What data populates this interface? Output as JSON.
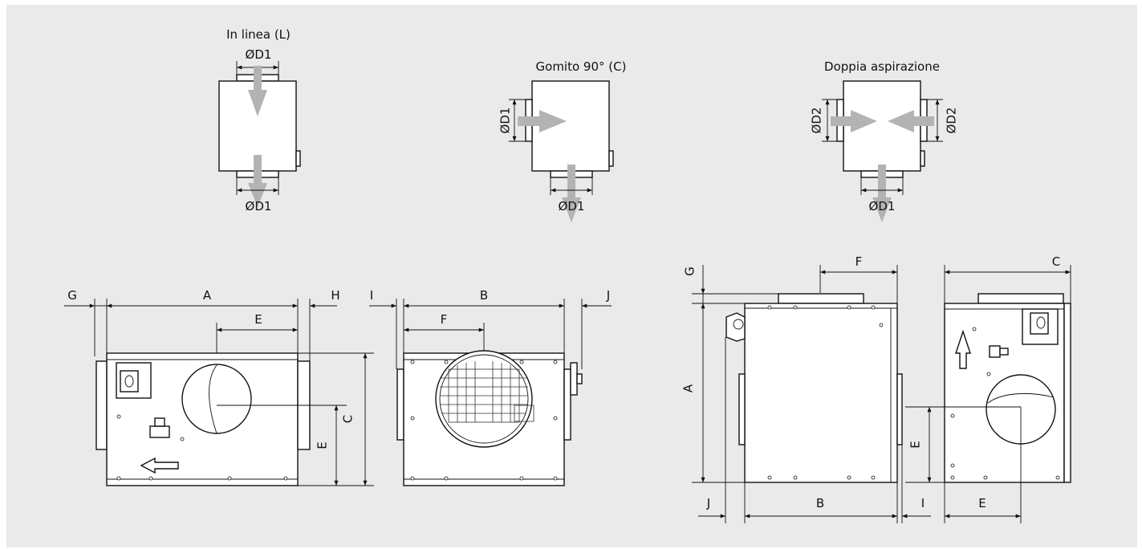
{
  "config_titles": {
    "in_linea": "In linea (L)",
    "gomito": "Gomito 90° (C)",
    "doppia": "Doppia aspirazione"
  },
  "duct_labels": {
    "d1": "ØD1",
    "d2": "ØD2"
  },
  "dimension_labels": {
    "a": "A",
    "b": "B",
    "c": "C",
    "e": "E",
    "f": "F",
    "g": "G",
    "h": "H",
    "i": "I",
    "j": "J"
  },
  "colors": {
    "background": "#eaeaea",
    "flow_arrow": "#b3b3b3",
    "line": "#111111"
  },
  "icons": [
    "flow-arrow-icon",
    "airflow-direction-icon",
    "terminal-box-icon"
  ]
}
